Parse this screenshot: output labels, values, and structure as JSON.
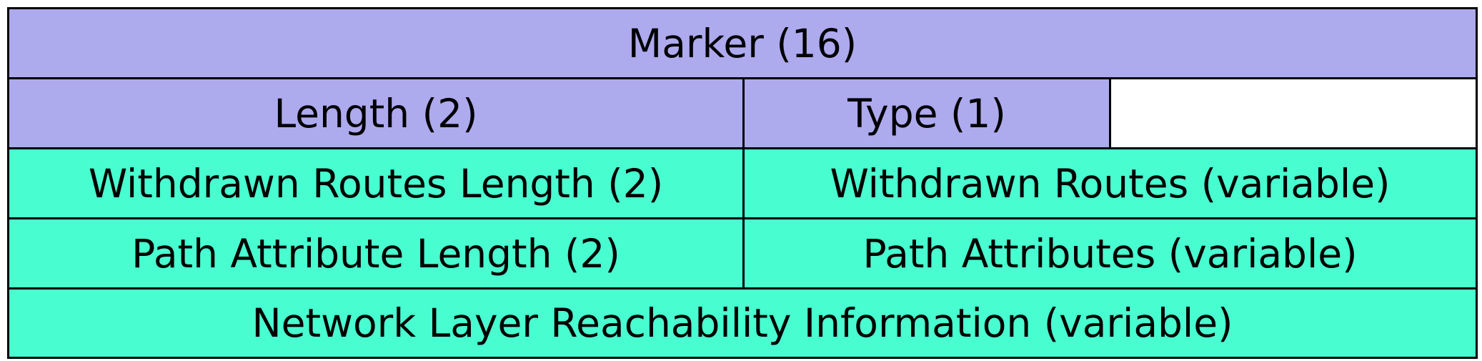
{
  "colors": {
    "header_fill": "#aeaaee",
    "update_fill": "#48fdd0",
    "border": "#000000",
    "empty_fill": "#ffffff"
  },
  "fields": {
    "marker": "Marker (16)",
    "length": "Length (2)",
    "type": "Type (1)",
    "withdrawn_routes_length": "Withdrawn Routes Length (2)",
    "withdrawn_routes": "Withdrawn Routes (variable)",
    "path_attribute_length": "Path Attribute Length (2)",
    "path_attributes": "Path Attributes (variable)",
    "nlri": "Network Layer Reachability Information (variable)"
  }
}
